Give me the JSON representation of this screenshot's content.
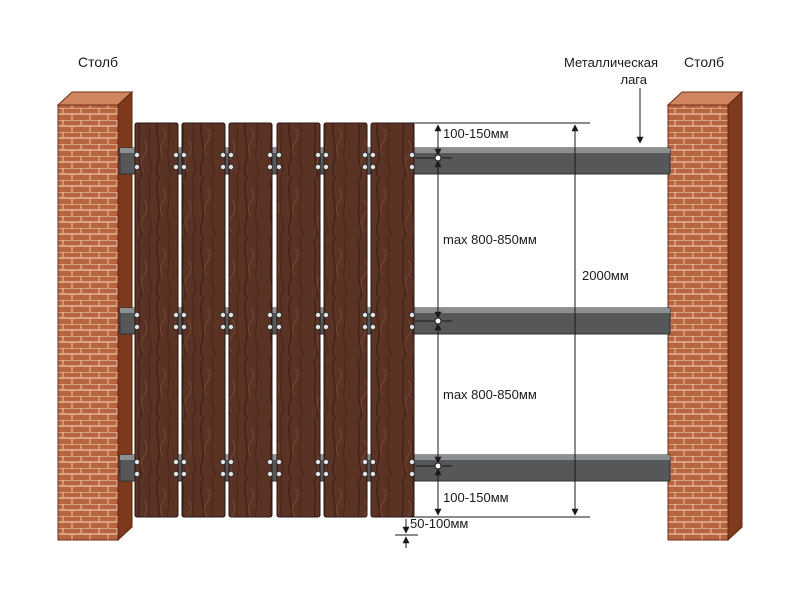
{
  "labels": {
    "post_left": "Столб",
    "post_right": "Столб",
    "rail_line1": "Металлическая",
    "rail_line2": "лага"
  },
  "dimensions": {
    "top_offset": "100-150мм",
    "span_upper": "max 800-850мм",
    "span_lower": "max 800-850мм",
    "bottom_offset": "100-150мм",
    "ground_gap": "50-100мм",
    "total_height": "2000мм"
  },
  "colors": {
    "brick_face": "#b6653f",
    "brick_side": "#7f3a1e",
    "mortar": "#e7b49c",
    "board": "#5a3325",
    "board_dark": "#3d2018",
    "rail": "#555759",
    "rail_light": "#8c8f92"
  }
}
